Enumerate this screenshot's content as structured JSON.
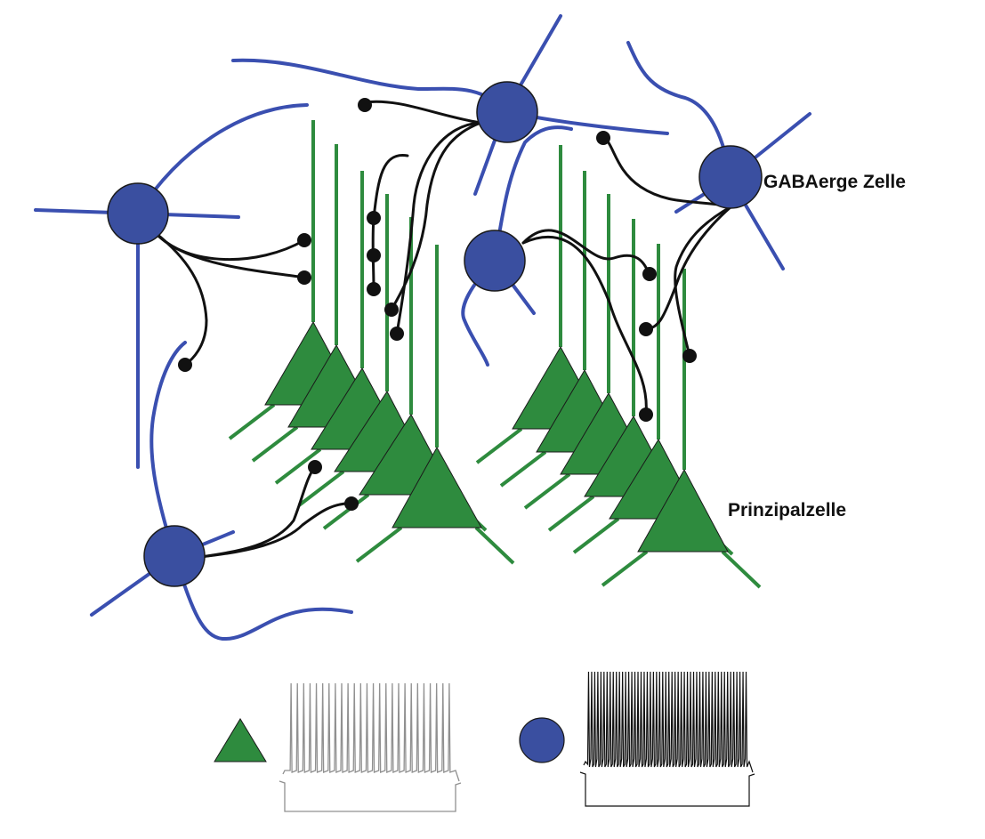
{
  "labels": {
    "gaba": "GABAerge Zelle",
    "principal": "Prinzipalzelle"
  },
  "legend": [
    {
      "symbol": "triangle",
      "cell": "principal",
      "trace": "regular spiking"
    },
    {
      "symbol": "circle",
      "cell": "gaba",
      "trace": "fast spiking"
    }
  ],
  "colors": {
    "interneuron": "#3a4fa0",
    "interneuron_dendrite": "#3a4fb0",
    "principal": "#2e8b3e",
    "axon": "#111111",
    "trace_principal": "#909090",
    "trace_gaba": "#111111"
  },
  "traces": {
    "principal_spikes": 26,
    "gaba_spikes": 52
  }
}
